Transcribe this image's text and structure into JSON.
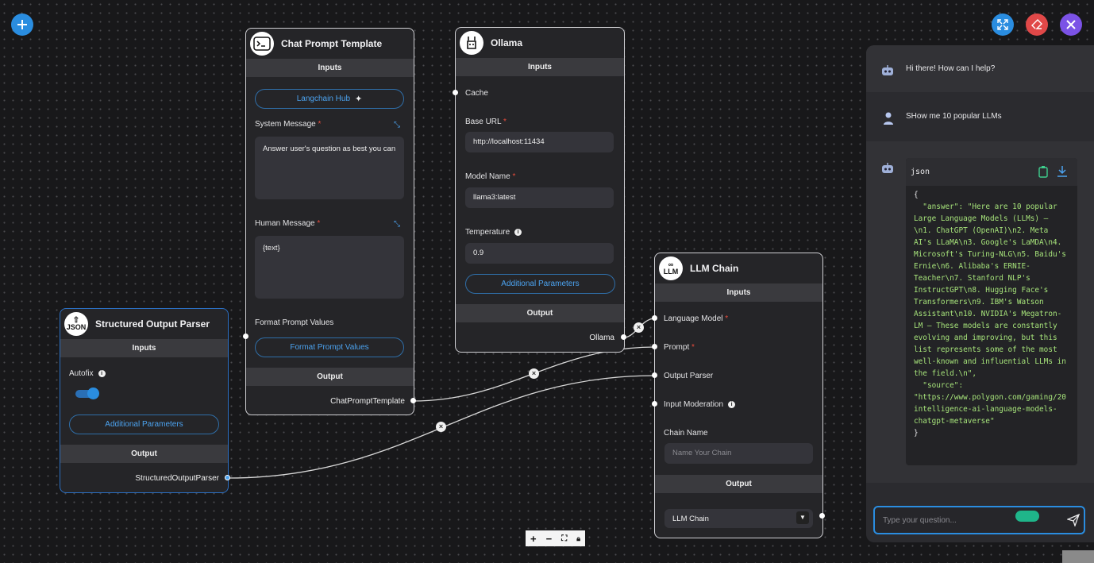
{
  "toolbar": {
    "add_icon": "plus-icon",
    "expand_icon": "expand-icon",
    "clear_icon": "eraser-icon",
    "close_icon": "close-icon"
  },
  "colors": {
    "accent": "#2a8de0",
    "danger": "#e04848",
    "purple": "#7b52e6",
    "field_text_green": "#a6e37a"
  },
  "nodes": {
    "chat_prompt": {
      "title": "Chat Prompt Template",
      "inputs": "Inputs",
      "langchain_hub": "Langchain Hub",
      "system_label": "System Message",
      "system_value": "Answer user's question as best you can",
      "human_label": "Human Message",
      "human_value": "{text}",
      "format_label": "Format Prompt Values",
      "format_button": "Format Prompt Values",
      "output": "Output",
      "output_name": "ChatPromptTemplate"
    },
    "ollama": {
      "title": "Ollama",
      "inputs": "Inputs",
      "cache": "Cache",
      "base_url_label": "Base URL",
      "base_url_value": "http://localhost:11434",
      "model_label": "Model Name",
      "model_value": "llama3:latest",
      "temp_label": "Temperature",
      "temp_value": "0.9",
      "additional": "Additional Parameters",
      "output": "Output",
      "output_name": "Ollama"
    },
    "parser": {
      "title": "Structured Output Parser",
      "icon_text": "JSON",
      "inputs": "Inputs",
      "autofix": "Autofix",
      "additional": "Additional Parameters",
      "output": "Output",
      "output_name": "StructuredOutputParser"
    },
    "llm_chain": {
      "title": "LLM Chain",
      "icon_text": "LLM",
      "inputs": "Inputs",
      "language_model": "Language Model",
      "prompt": "Prompt",
      "output_parser": "Output Parser",
      "input_moderation": "Input Moderation",
      "chain_name_label": "Chain Name",
      "chain_name_placeholder": "Name Your Chain",
      "output": "Output",
      "output_value": "LLM Chain"
    }
  },
  "chat": {
    "greeting": "Hi there! How can I help?",
    "user_message": "SHow me 10 popular LLMs",
    "code_lang": "json",
    "code_lines": [
      "{",
      "  \"answer\": \"Here are 10 popular Large Language Models (LLMs) – \\n1. ChatGPT (OpenAI)\\n2. Meta AI's LLaMA\\n3. Google's LaMDA\\n4. Microsoft's Turing-NLG\\n5. Baidu's Ernie\\n6. Alibaba's ERNIE-Teacher\\n7. Stanford NLP's InstructGPT\\n8. Hugging Face's Transformers\\n9. IBM's Watson Assistant\\n10. NVIDIA's Megatron-LM – These models are constantly evolving and improving, but this list represents some of the most well-known and influential LLMs in the field.\\n\",",
      "  \"source\": \"https://www.polygon.com/gaming/20 intelligence-ai-language-models-chatgpt-metaverse\"",
      "}"
    ],
    "input_placeholder": "Type your question..."
  },
  "canvas_controls": {
    "zoom_in": "+",
    "zoom_out": "−",
    "fit": "fit-view-icon",
    "lock": "lock-icon"
  }
}
